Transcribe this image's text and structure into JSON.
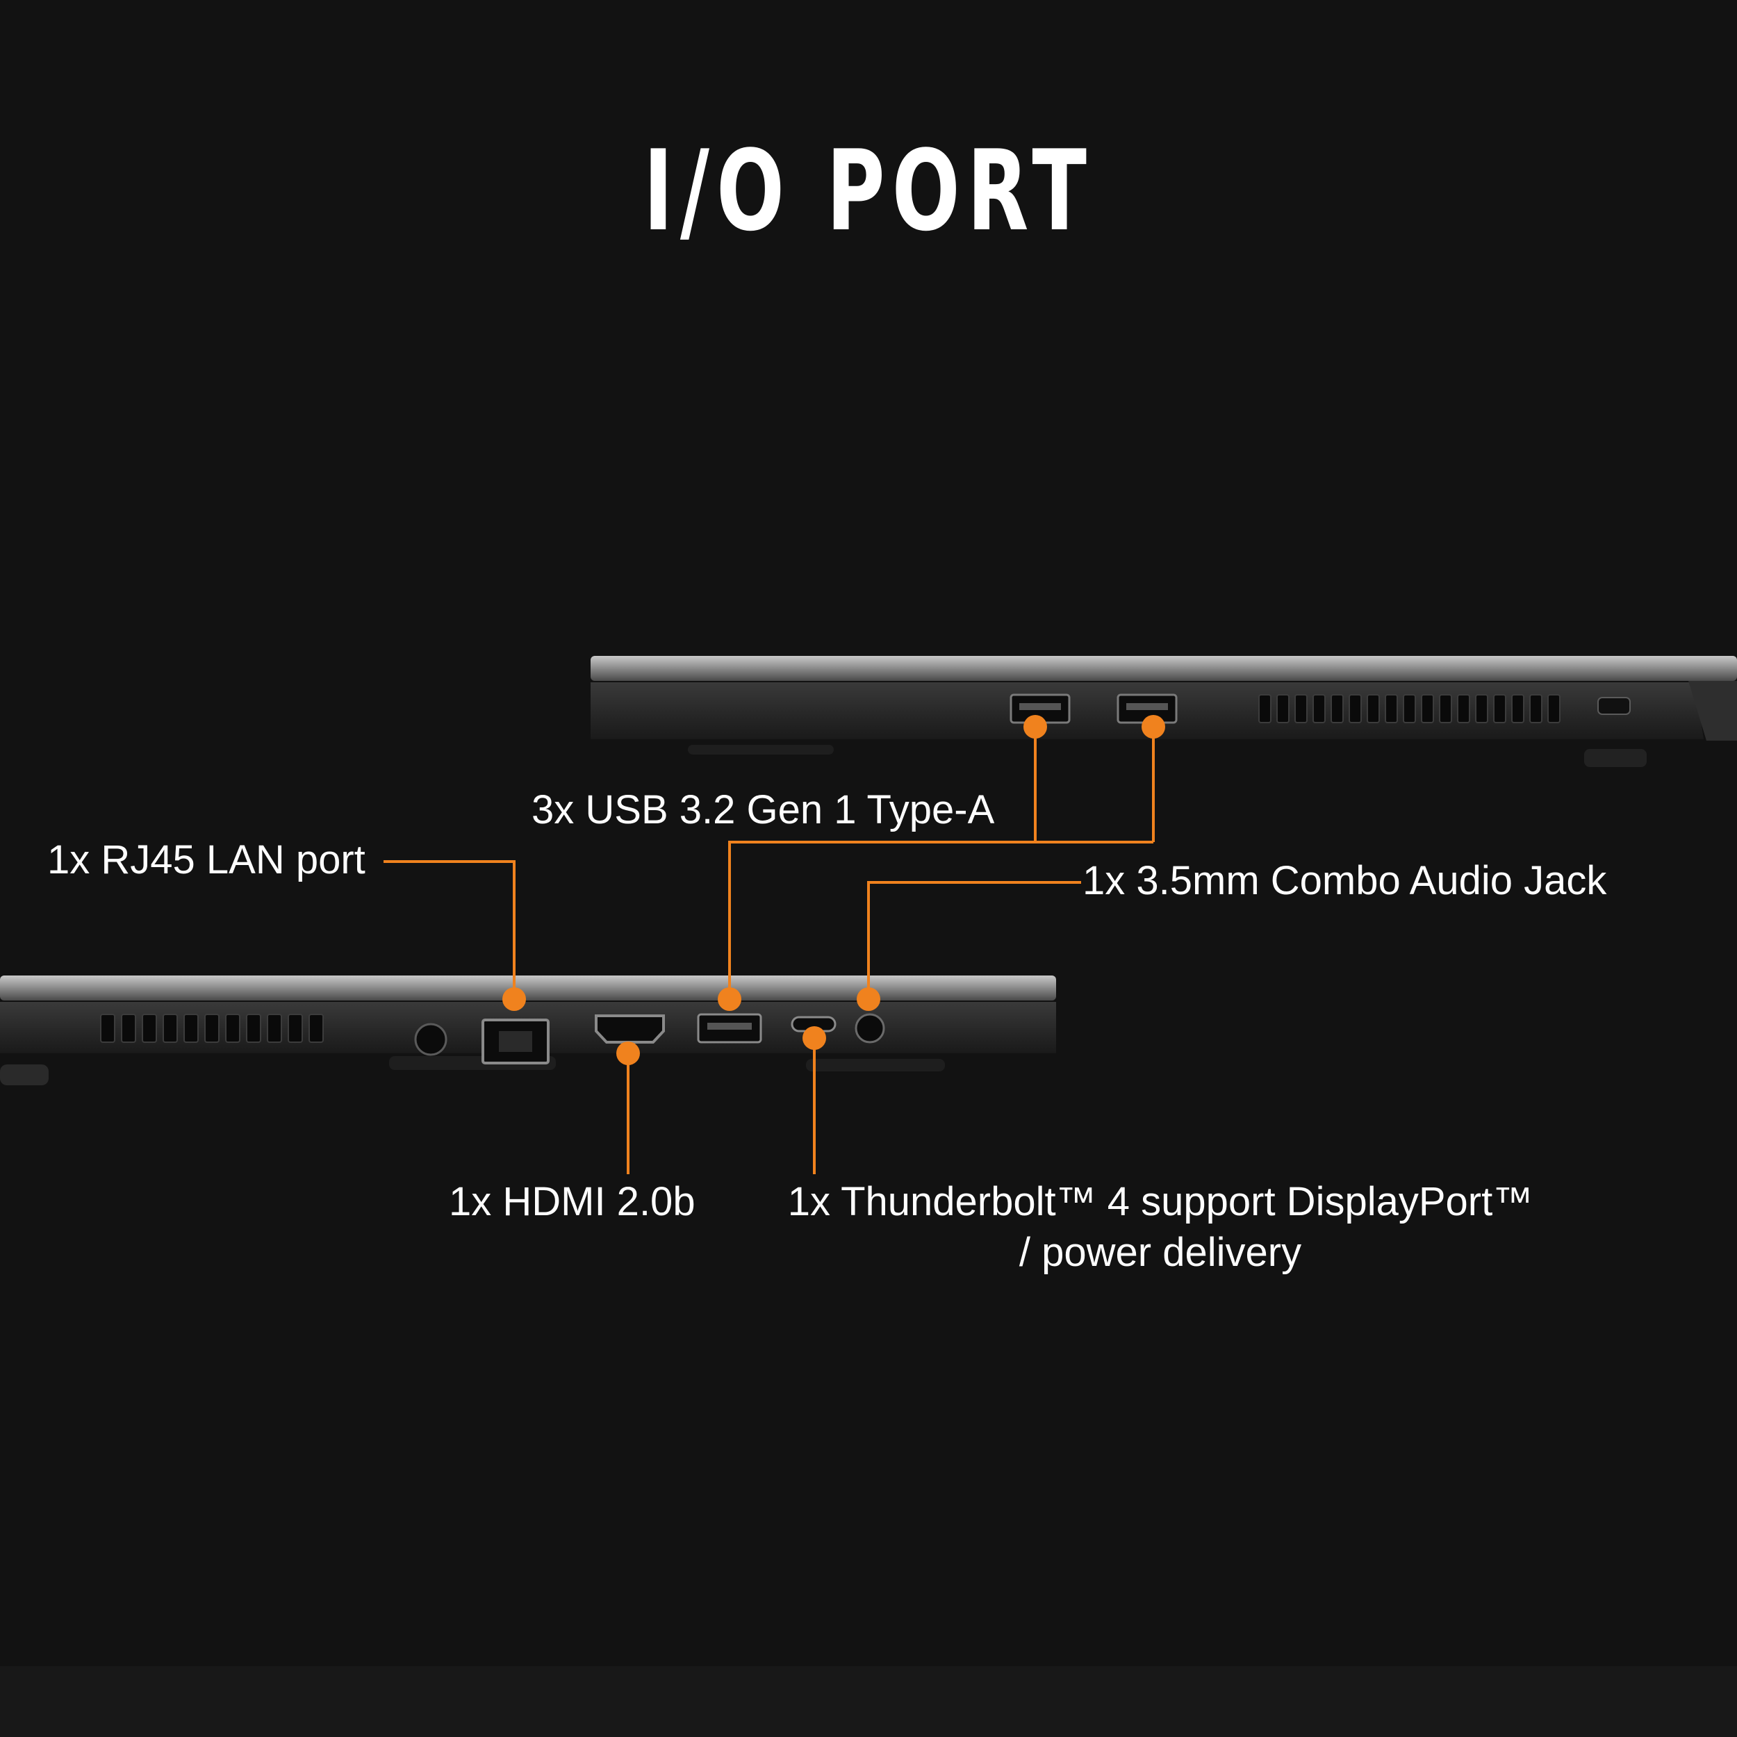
{
  "title": "I/O PORT",
  "accent_color": "#f0821e",
  "callouts": {
    "usb": "3x USB 3.2 Gen 1 Type-A",
    "rj45": "1x RJ45 LAN port",
    "audio": "1x 3.5mm Combo Audio Jack",
    "hdmi": "1x HDMI 2.0b",
    "thunderbolt_line1": "1x Thunderbolt™ 4 support DisplayPort™",
    "thunderbolt_line2": "/ power delivery"
  }
}
